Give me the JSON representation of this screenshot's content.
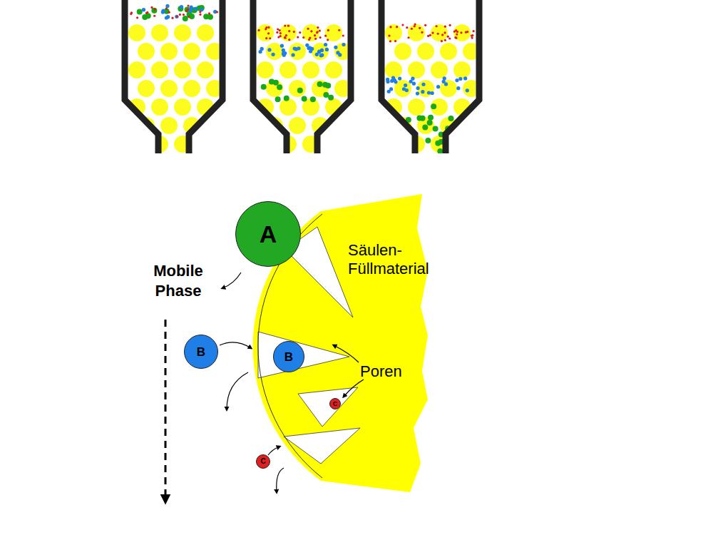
{
  "diagram": {
    "nodes": [
      {
        "text": [
          "A"
        ]
      },
      {
        "text": [
          "Säulen-Füllmaterial"
        ]
      },
      {
        "text": [
          "B"
        ]
      },
      {
        "text": [
          "B"
        ],
        "in": 1
      },
      {
        "text": [
          "C"
        ],
        "in": 1
      },
      {
        "text": [
          "C"
        ]
      }
    ],
    "labels": [
      "Mobile Phase",
      "Poren"
    ]
  }
}
